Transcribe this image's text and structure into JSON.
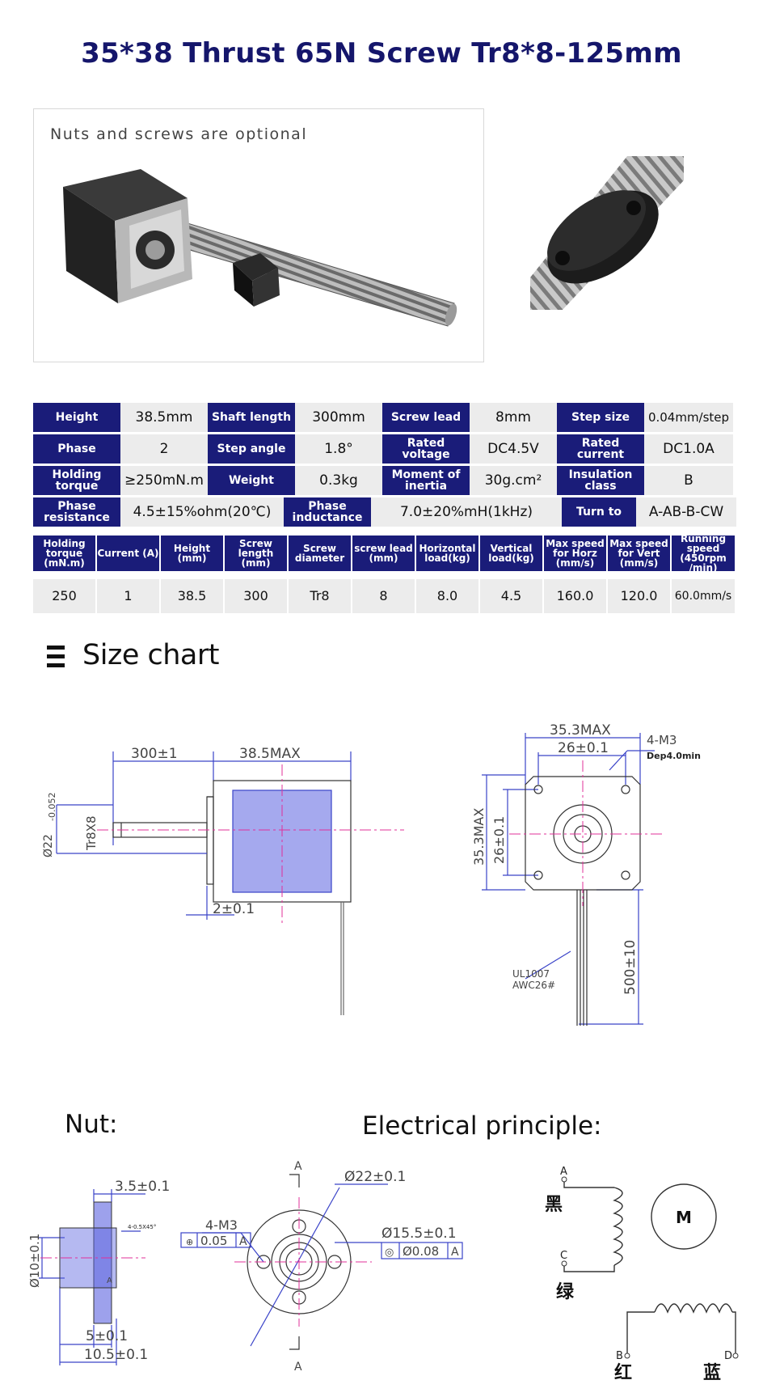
{
  "title": "35*38 Thrust 65N Screw Tr8*8-125mm",
  "product": {
    "caption": "Nuts and screws are optional"
  },
  "specs": {
    "rows": [
      [
        {
          "label": "Height",
          "value": "38.5mm"
        },
        {
          "label": "Shaft length",
          "value": "300mm"
        },
        {
          "label": "Screw lead",
          "value": "8mm"
        },
        {
          "label": "Step size",
          "value": "0.04mm/step"
        }
      ],
      [
        {
          "label": "Phase",
          "value": "2"
        },
        {
          "label": "Step angle",
          "value": "1.8°"
        },
        {
          "label": "Rated voltage",
          "value": "DC4.5V"
        },
        {
          "label": "Rated current",
          "value": "DC1.0A"
        }
      ],
      [
        {
          "label": "Holding torque",
          "value": "≥250mN.m"
        },
        {
          "label": "Weight",
          "value": "0.3kg"
        },
        {
          "label": "Moment of inertia",
          "value": "30g.cm²"
        },
        {
          "label": "Insulation class",
          "value": "B"
        }
      ],
      [
        {
          "label": "Phase resistance",
          "value": "4.5±15%ohm(20℃)"
        },
        {
          "label": "Phase inductance",
          "value": "7.0±20%mH(1kHz)"
        },
        {
          "label": "Turn to",
          "value": "A-AB-B-CW"
        }
      ]
    ]
  },
  "performance": {
    "headers": [
      "Holding torque (mN.m)",
      "Current (A)",
      "Height (mm)",
      "Screw length (mm)",
      "Screw diameter",
      "screw lead (mm)",
      "Horizontal load(kg)",
      "Vertical load(kg)",
      "Max speed for Horz (mm/s)",
      "Max speed for Vert (mm/s)",
      "Running speed (450rpm /min)"
    ],
    "values": [
      "250",
      "1",
      "38.5",
      "300",
      "Tr8",
      "8",
      "8.0",
      "4.5",
      "160.0",
      "120.0",
      "60.0mm/s"
    ]
  },
  "size_chart": {
    "title": "Size chart",
    "side_view": {
      "dim_shaft": "300±1",
      "dim_body": "38.5MAX",
      "dim_dia": "Ø22",
      "dim_dia_tol": "-0.052",
      "thread": "Tr8X8",
      "dim_boss": "2±0.1"
    },
    "front_view": {
      "dim_width": "35.3MAX",
      "dim_holes": "26±0.1",
      "dim_height": "35.3MAX",
      "dim_holes_v": "26±0.1",
      "holes": "4-M3",
      "hole_depth": "Dep4.0min",
      "wire": "UL1007",
      "wire_gauge": "AWC26#",
      "wire_length": "500±10"
    }
  },
  "nut": {
    "label": "Nut:",
    "dim_flange": "3.5±0.1",
    "dim_small": "4-0.5X45°",
    "dim_dia": "Ø10±0.1",
    "dim_a": "A",
    "dim_len1": "5±0.1",
    "dim_len2": "10.5±0.1",
    "holes": "4-M3",
    "tol_pos": "0.05",
    "tol_ref": "A",
    "dim_outer": "Ø22±0.1",
    "dim_pcd": "Ø15.5±0.1",
    "tol_conc": "Ø0.08",
    "section": "A"
  },
  "electrical": {
    "label": "Electrical principle:",
    "pin_a": "A",
    "pin_c": "C",
    "pin_b": "B",
    "pin_d": "D",
    "wire_black": "黑",
    "wire_green": "绿",
    "wire_red": "红",
    "wire_blue": "蓝",
    "motor": "M"
  },
  "colors": {
    "header_bg": "#1a1c79",
    "title": "#15166b",
    "value_bg": "#ececec",
    "drawing_blue": "#3a43c8",
    "center_line": "#e0309a"
  }
}
